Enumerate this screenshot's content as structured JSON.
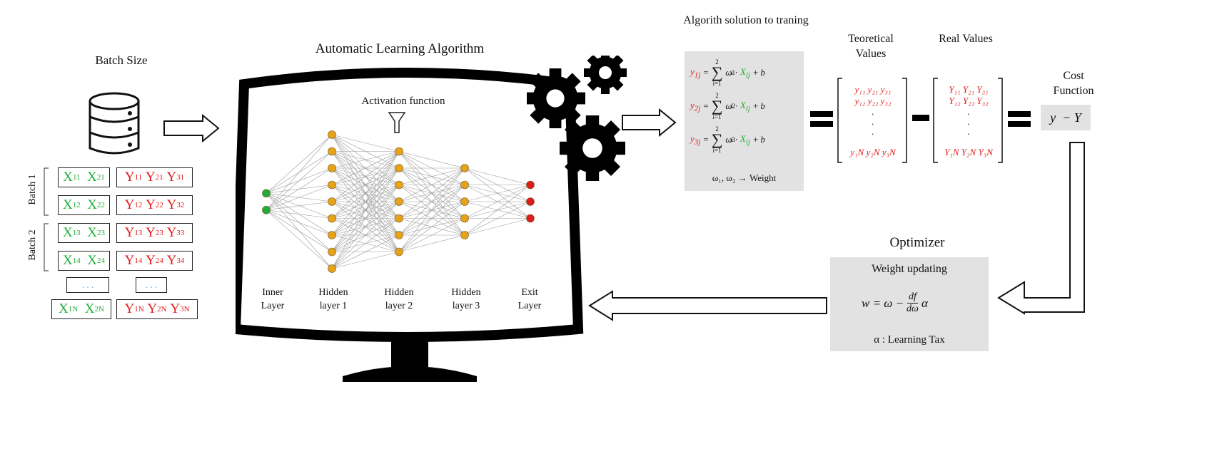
{
  "batch": {
    "title": "Batch Size",
    "batch_labels": [
      "Batch 1",
      "Batch 2"
    ],
    "rows": [
      {
        "x1": "X",
        "x1s": "11",
        "x2": "X",
        "x2s": "21",
        "y": [
          "Y",
          "Y",
          "Y"
        ],
        "ys": [
          "11",
          "21",
          "31"
        ]
      },
      {
        "x1": "X",
        "x1s": "12",
        "x2": "X",
        "x2s": "22",
        "y": [
          "Y",
          "Y",
          "Y"
        ],
        "ys": [
          "12",
          "22",
          "32"
        ]
      },
      {
        "x1": "X",
        "x1s": "13",
        "x2": "X",
        "x2s": "23",
        "y": [
          "Y",
          "Y",
          "Y"
        ],
        "ys": [
          "13",
          "23",
          "33"
        ]
      },
      {
        "x1": "X",
        "x1s": "14",
        "x2": "X",
        "x2s": "24",
        "y": [
          "Y",
          "Y",
          "Y"
        ],
        "ys": [
          "14",
          "24",
          "34"
        ]
      },
      {
        "x1": "X",
        "x1s": "1N",
        "x2": "X",
        "x2s": "2N",
        "y": [
          "Y",
          "Y",
          "Y"
        ],
        "ys": [
          "1N",
          "2N",
          "3N"
        ]
      }
    ],
    "ellipsis": ". . ."
  },
  "algorithm": {
    "title": "Automatic Learning Algorithm",
    "activation": "Activation function",
    "layers": [
      "Inner Layer",
      "Hidden layer 1",
      "Hidden layer 2",
      "Hidden layer 3",
      "Exit Layer"
    ],
    "layer_nodes": [
      2,
      9,
      7,
      5,
      3
    ]
  },
  "solution": {
    "title": "Algorith solution to traning",
    "equations": [
      {
        "lhs": "y",
        "lhs_sub": "1j",
        "sup": "1"
      },
      {
        "lhs": "y",
        "lhs_sub": "2j",
        "sup": "2"
      },
      {
        "lhs": "y",
        "lhs_sub": "3j",
        "sup": "3"
      }
    ],
    "sum_top": "2",
    "sum_bottom": "i=1",
    "weight_note": "ω₁, ω₂ → Weight"
  },
  "theoretical": {
    "title": "Teoretical Values",
    "rows": [
      [
        "y₁₁",
        "y₂₁",
        "y₃₁"
      ],
      [
        "y₁₂",
        "y₂₂",
        "y₃₂"
      ]
    ],
    "last_row": [
      "y₁N",
      "y₂N",
      "y₃N"
    ]
  },
  "real": {
    "title": "Real Values",
    "rows": [
      [
        "Y₁₁",
        "Y₂₁",
        "Y₃₁"
      ],
      [
        "Y₁₂",
        "Y₂₂",
        "Y₃₂"
      ]
    ],
    "last_row": [
      "Y₁N",
      "Y₂N",
      "Y₃N"
    ]
  },
  "cost": {
    "title": "Cost Function",
    "expression": "y  − Y"
  },
  "optimizer": {
    "title": "Optimizer",
    "subtitle": "Weight updating",
    "formula_lhs": "w = ω −",
    "frac_num": "df",
    "frac_den": "dω",
    "formula_tail": "α",
    "note": "α : Learning Tax"
  },
  "colors": {
    "green": "#1fae35",
    "red": "#e01b1b",
    "orange": "#e8a21a",
    "panel": "#e2e2e2"
  }
}
